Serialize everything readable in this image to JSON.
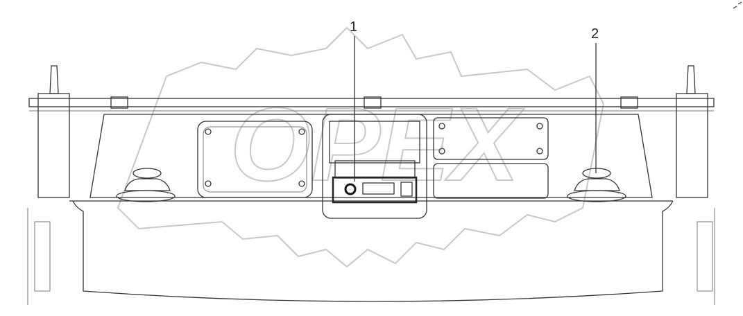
{
  "diagram": {
    "callouts": [
      {
        "label": "1",
        "target": "radio"
      },
      {
        "label": "2",
        "target": "speaker"
      }
    ],
    "watermark": "OPEX",
    "colors": {
      "line": "#333333",
      "watermark": "#c8c8c8",
      "background": "#ffffff"
    }
  }
}
